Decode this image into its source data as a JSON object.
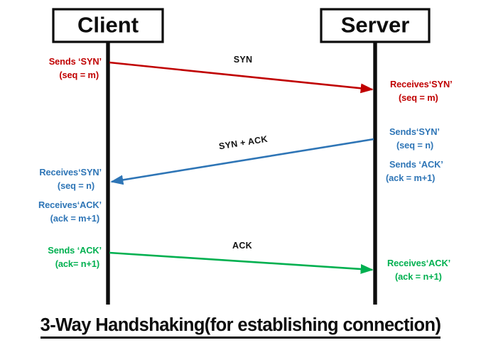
{
  "diagram": {
    "title": "3-Way Handshaking(for establishing connection)",
    "type": "sequence-diagram",
    "participants": [
      {
        "id": "client",
        "label": "Client"
      },
      {
        "id": "server",
        "label": "Server"
      }
    ],
    "messages": [
      {
        "id": "msg-syn",
        "label": "SYN",
        "from": "client",
        "to": "server",
        "color": "#c00000",
        "sender_note": {
          "line1": "Sends ‘SYN’",
          "line2": "(seq = m)"
        },
        "receiver_note": {
          "line1": "Receives‘SYN’",
          "line2": "(seq = m)"
        }
      },
      {
        "id": "msg-syn-ack",
        "label": "SYN + ACK",
        "from": "server",
        "to": "client",
        "color": "#2e75b6",
        "sender_note": {
          "line1": "Sends‘SYN’",
          "line2": "(seq = n)",
          "line3": "Sends ‘ACK’",
          "line4": "(ack = m+1)"
        },
        "receiver_note": {
          "line1": "Receives‘SYN’",
          "line2": "(seq = n)",
          "line3": "Receives‘ACK’",
          "line4": "(ack = m+1)"
        }
      },
      {
        "id": "msg-ack",
        "label": "ACK",
        "from": "client",
        "to": "server",
        "color": "#00b050",
        "sender_note": {
          "line1": "Sends ‘ACK’",
          "line2": "(ack= n+1)"
        },
        "receiver_note": {
          "line1": "Receives‘ACK’",
          "line2": "(ack = n+1)"
        }
      }
    ],
    "colors": {
      "syn": "#c00000",
      "syn_ack": "#2e75b6",
      "ack": "#00b050",
      "ink": "#0d0d0d",
      "background": "#ffffff"
    }
  }
}
